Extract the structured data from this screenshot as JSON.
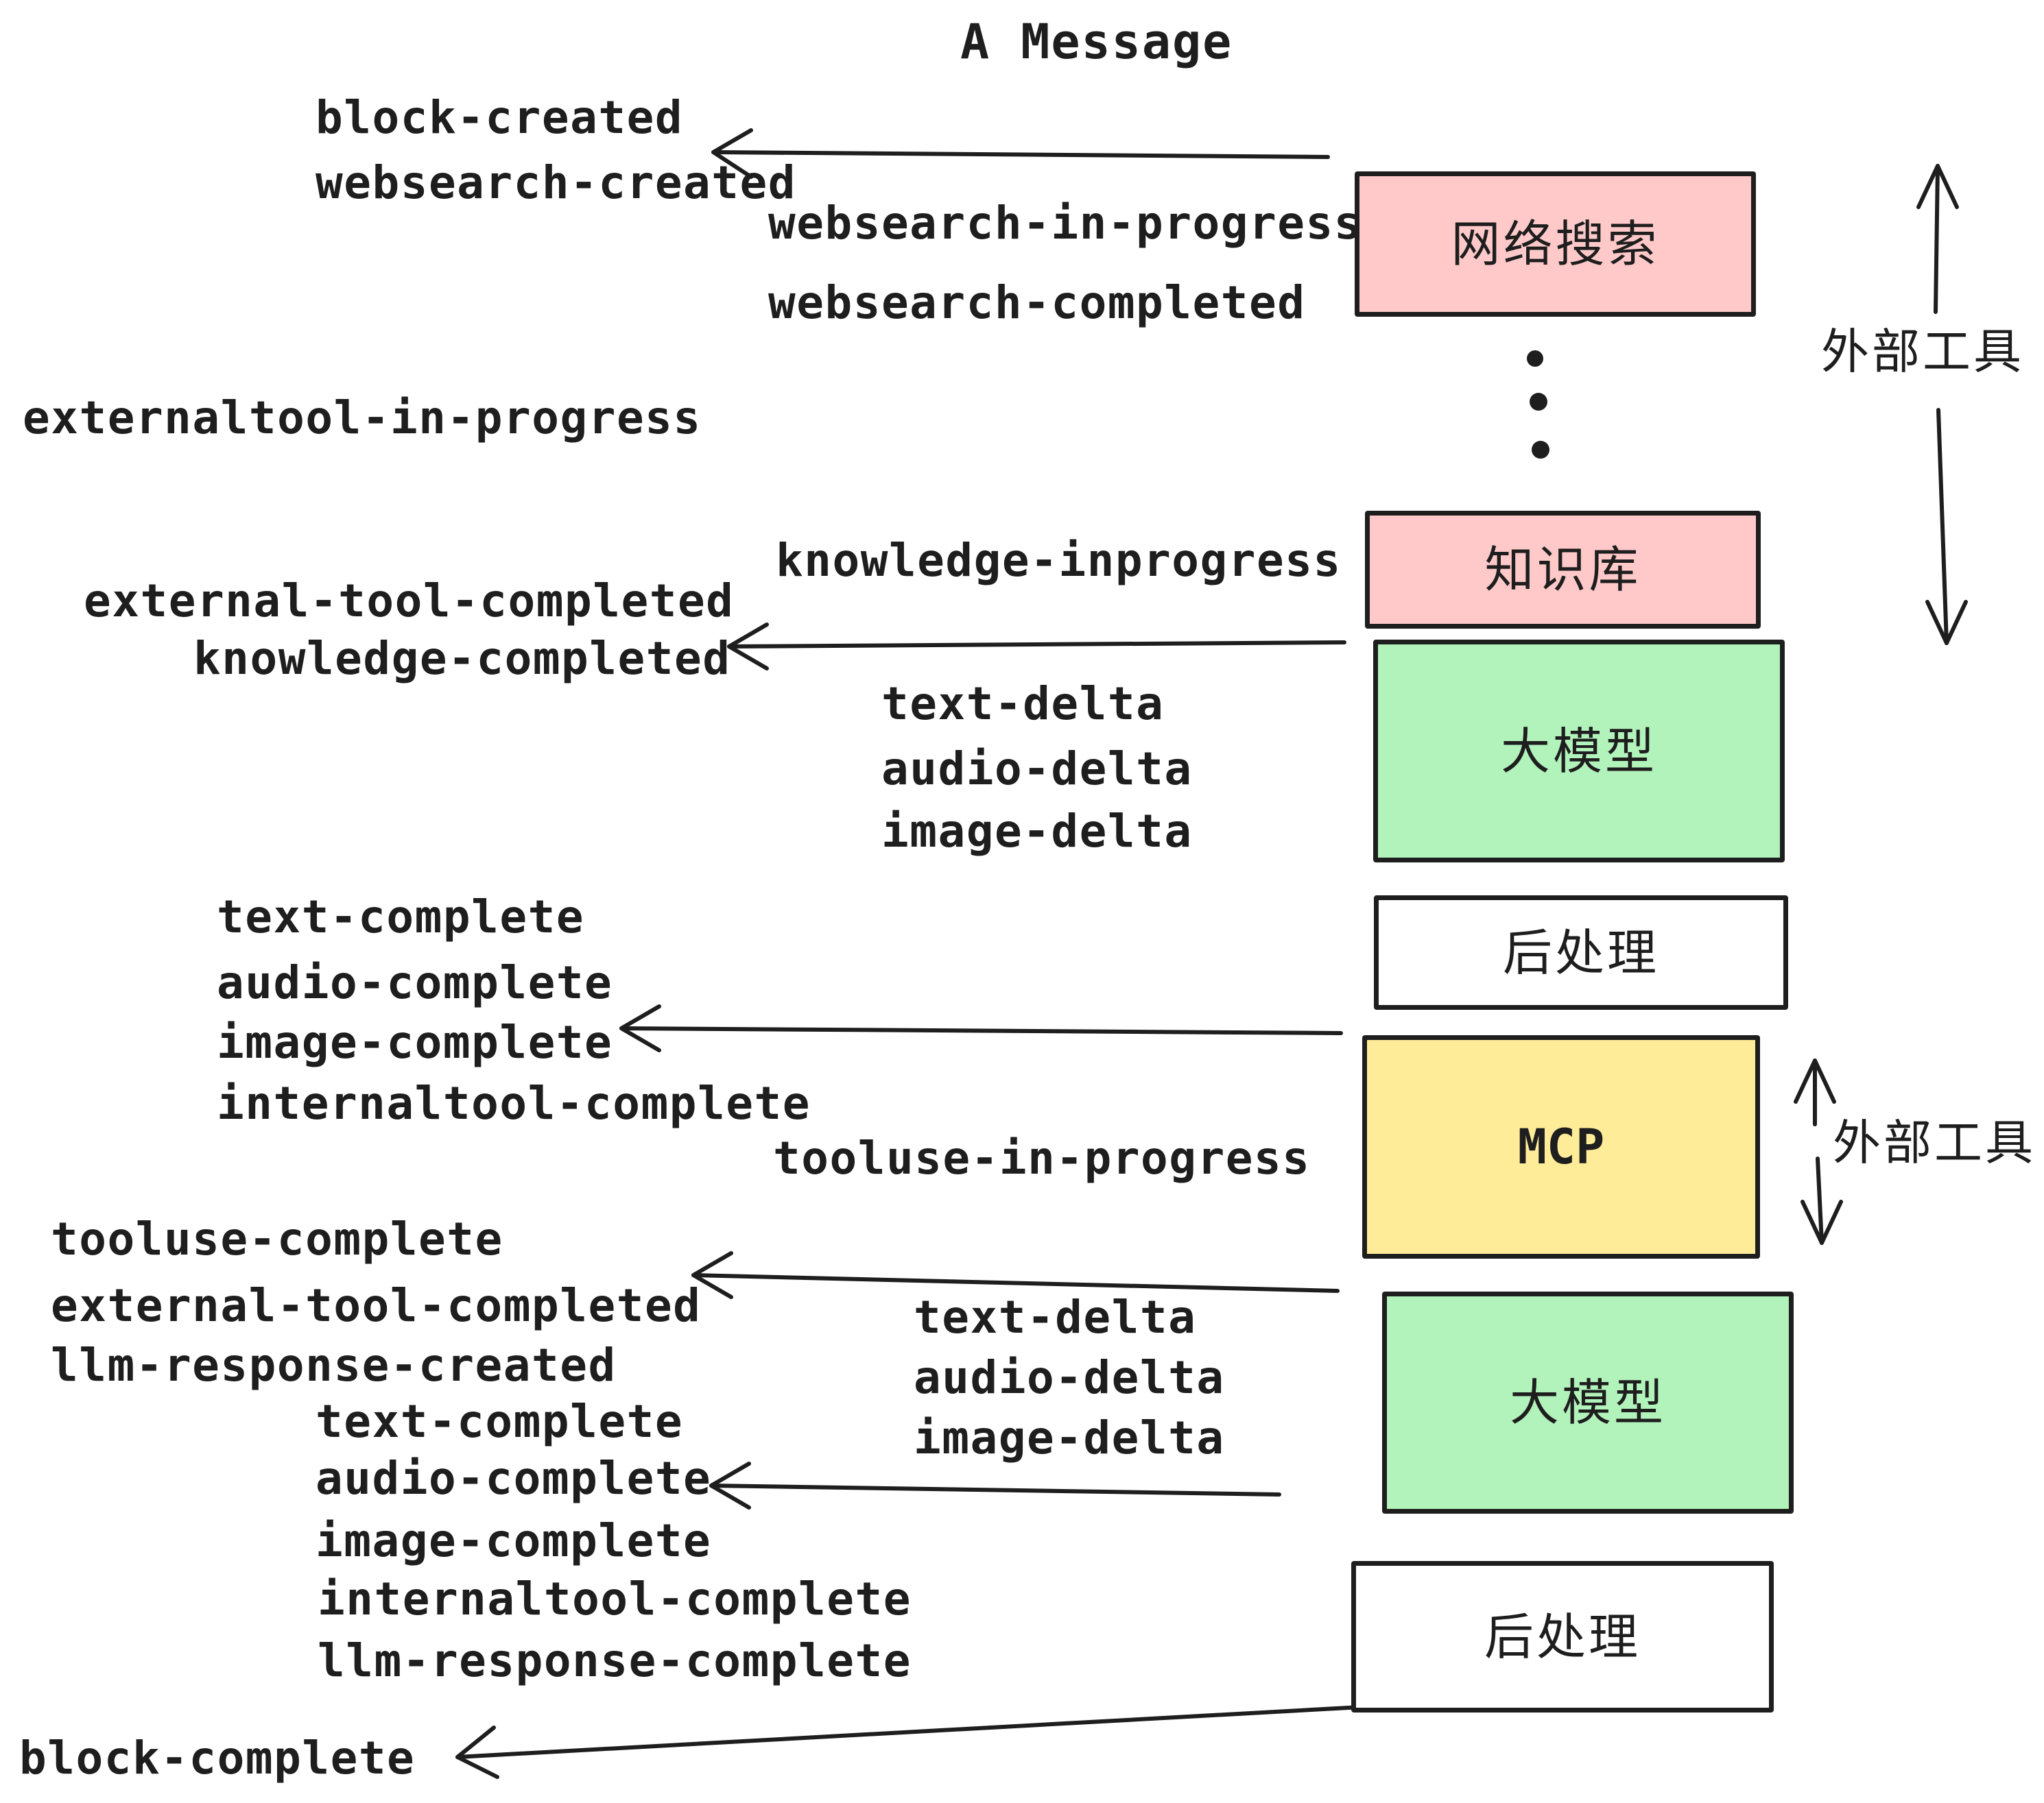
{
  "title": "A Message",
  "labels": {
    "block_created": "block-created",
    "websearch_created": "websearch-created",
    "websearch_in_progress": "websearch-in-progress",
    "websearch_completed": "websearch-completed",
    "externaltool_in_progress": "externaltool-in-progress",
    "knowledge_inprogress": "knowledge-inprogress",
    "external_tool_completed_1": "external-tool-completed",
    "knowledge_completed": "knowledge-completed",
    "text_delta_1": "text-delta",
    "audio_delta_1": "audio-delta",
    "image_delta_1": "image-delta",
    "text_complete_1": "text-complete",
    "audio_complete_1": "audio-complete",
    "image_complete_1": "image-complete",
    "internaltool_complete_1": "internaltool-complete",
    "tooluse_in_progress": "tooluse-in-progress",
    "tooluse_complete": "tooluse-complete",
    "external_tool_completed_2": "external-tool-completed",
    "llm_response_created": "llm-response-created",
    "text_delta_2": "text-delta",
    "audio_delta_2": "audio-delta",
    "image_delta_2": "image-delta",
    "text_complete_2": "text-complete",
    "audio_complete_2": "audio-complete",
    "image_complete_2": "image-complete",
    "internaltool_complete_2": "internaltool-complete",
    "llm_response_complete": "llm-response-complete",
    "block_complete": "block-complete"
  },
  "boxes": {
    "websearch": {
      "label": "网络搜索",
      "fill": "#ffc9c9"
    },
    "knowledge": {
      "label": "知识库",
      "fill": "#ffc9c9"
    },
    "llm_1": {
      "label": "大模型",
      "fill": "#b2f2bb"
    },
    "postprocess_1": {
      "label": "后处理",
      "fill": "#ffffff"
    },
    "mcp": {
      "label": "MCP",
      "fill": "#ffec99"
    },
    "llm_2": {
      "label": "大模型",
      "fill": "#b2f2bb"
    },
    "postprocess_2": {
      "label": "后处理",
      "fill": "#ffffff"
    }
  },
  "annotations": {
    "external_tools_1": "外部工具",
    "external_tools_2": "外部工具"
  },
  "colors": {
    "ink": "#1e1e1e",
    "pink": "#ffc9c9",
    "green": "#b2f2bb",
    "yellow": "#ffec99",
    "white": "#ffffff"
  }
}
